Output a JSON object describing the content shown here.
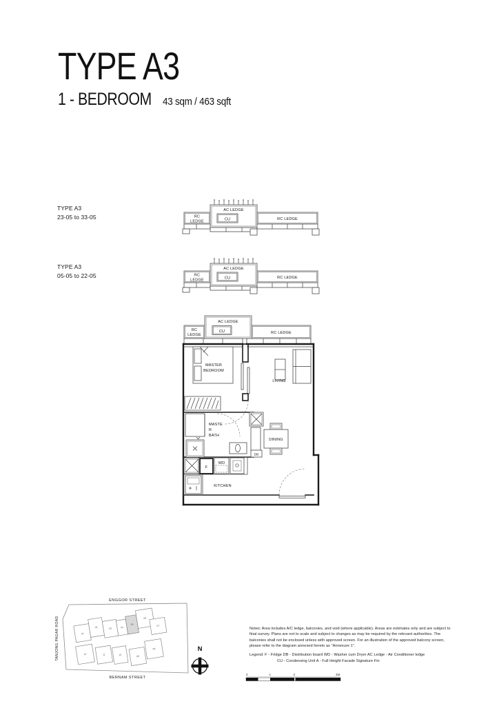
{
  "header": {
    "title": "TYPE A3",
    "subtitle": "1 - BEDROOM",
    "area": "43 sqm / 463 sqft"
  },
  "sections": [
    {
      "label_line1": "TYPE A3",
      "label_line2": "23-05 to 33-05"
    },
    {
      "label_line1": "TYPE A3",
      "label_line2": "05-05 to 22-05"
    }
  ],
  "section_diagram": {
    "rc_line1": "RC",
    "rc_line2": "LEDGE",
    "ac_ledge": "AC LEDGE",
    "cu": "CU",
    "rc_right": "RC LEDGE"
  },
  "plan": {
    "ledges": {
      "rc_line1": "RC",
      "rc_line2": "LEDGE",
      "ac_ledge": "AC LEDGE",
      "cu": "CU",
      "rc_right": "RC LEDGE"
    },
    "rooms": {
      "master_bedroom_l1": "MASTER",
      "master_bedroom_l2": "BEDROOM",
      "living": "LIVING",
      "bath_l1": "MASTE",
      "bath_l2": "R",
      "bath_l3": "BATH",
      "dining": "DINING",
      "kitchen": "KITCHEN"
    },
    "labels": {
      "db": "DB",
      "f": "F",
      "wd": "WD"
    }
  },
  "site_map": {
    "streets": {
      "top": "ENGGOR STREET",
      "left": "TANJONG PAGAR ROAD",
      "bottom": "BERNAM STREET"
    },
    "north_label": "N",
    "highlighted_stack": "05",
    "stacks": [
      "01",
      "02",
      "03",
      "04",
      "05",
      "06",
      "07",
      "12",
      "11",
      "10",
      "09",
      "08"
    ]
  },
  "notes": "Notes: Area includes A/C ledge, balconies, and void (where applicable). Areas are estimates only and are subject to final survey. Plans are not to scale and subject to changes as may be required by the relevant authorities. The balconies shall not be enclosed unless with approved screen. For an illustration of the approved balcony screen, please refer to the diagram annexed hereto as \"Annexure 1\".",
  "legend": {
    "line1": "Legend: F - Fridge DB - Distribution board WD - Washer cum Dryer AC Ledge - Air Conditioner ledge",
    "line2": "CU - Condensing Unit A - Full Height Facade Signature Fin"
  },
  "scale_bar": {
    "labels": [
      "0",
      "1",
      "2",
      "4M"
    ]
  }
}
